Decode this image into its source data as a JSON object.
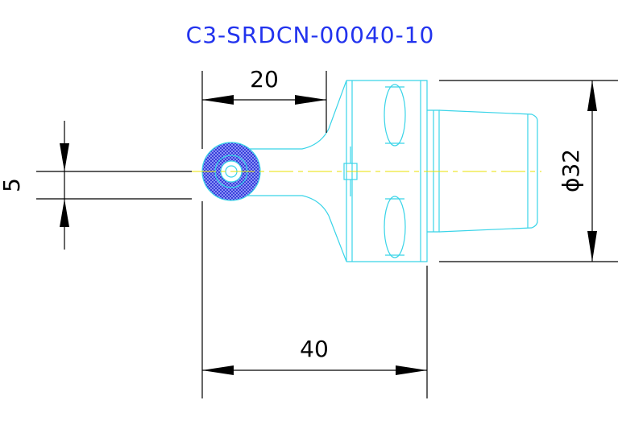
{
  "title": "C3-SRDCN-00040-10",
  "dimensions": {
    "top_length": "20",
    "bottom_length": "40",
    "insert_offset": "5",
    "diameter": "ϕ32"
  },
  "colors": {
    "title": "#2233ee",
    "tool_outline": "#39d4e8",
    "centerline": "#e8e200",
    "insert_fill": "#2a2fd6",
    "dimension": "#000000"
  }
}
